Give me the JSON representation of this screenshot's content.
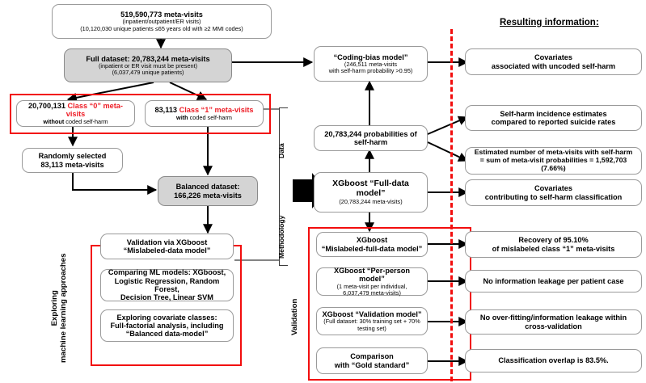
{
  "header": {
    "resulting_information_title": "Resulting information:"
  },
  "left_column": {
    "top_box": {
      "line1": "519,590,773 meta-visits",
      "line2": "(inpatient/outpatient/ER visits)",
      "line3": "(10,120,030 unique patients ≤65 years old with ≥2 MMI codes)"
    },
    "full_dataset_box": {
      "line1": "Full dataset:  20,783,244 meta-visits",
      "line2": "(inpatient or ER visit must be present)",
      "line3": "(6,037,479 unique patients)"
    },
    "class0_box": {
      "count": "20,700,131",
      "class_label": "Class “0” meta-visits",
      "sub_bold": "without",
      "sub_rest": " coded self-harm"
    },
    "class1_box": {
      "count": "83,113",
      "class_label": "Class “1” meta-visits",
      "sub_bold": "with",
      "sub_rest": " coded self-harm"
    },
    "random_box": {
      "line1": "Randomly selected",
      "line2": "83,113 meta-visits"
    },
    "balanced_box": {
      "line1": "Balanced dataset:",
      "line2": "166,226 meta-visits"
    },
    "ml_group_label": {
      "line1": "Exploring",
      "line2": "machine learning approaches"
    },
    "ml_boxes": [
      {
        "line1": "Validation via XGboost",
        "line2": "“Mislabeled-data model”"
      },
      {
        "line1": "Comparing ML models: XGboost,",
        "line2": "Logistic Regression, Random Forest,",
        "line3": "Decision Tree, Linear SVM"
      },
      {
        "line1": "Exploring covariate classes:",
        "line2": "Full-factorial analysis, including",
        "line3": "“Balanced data-model”"
      }
    ]
  },
  "middle_column": {
    "bracket_labels": {
      "data": "Data",
      "methodology": "Methodology",
      "validation": "Validation"
    },
    "coding_bias_box": {
      "line1": "“Coding-bias model”",
      "line2": "(246,511 meta-visits",
      "line3": "with self-harm probability >0.95)"
    },
    "probabilities_box": {
      "line1": "20,783,244 probabilities of",
      "line2": "self-harm"
    },
    "full_data_model_box": {
      "line1": "XGboost “Full-data",
      "line2": "model”",
      "line3": "(20,783,244 meta-visits)"
    },
    "validation_boxes": [
      {
        "line1": "XGboost",
        "line2": "“Mislabeled-full-data model”"
      },
      {
        "line1": "XGboost “Per-person model”",
        "line2": "(1 meta-visit per individual,",
        "line3": "6,037,479 meta-visits)"
      },
      {
        "line1": "XGboost “Validation model”",
        "line2": "(Full dataset: 30% training set + 70%",
        "line3": "testing set)"
      },
      {
        "line1": "Comparison",
        "line2": "with “Gold standard”"
      }
    ]
  },
  "right_column": {
    "results": [
      {
        "line1": "Covariates",
        "line2": "associated with uncoded self-harm"
      },
      {
        "line1": "Self-harm incidence estimates",
        "line2": "compared to reported suicide rates"
      },
      {
        "line1": "Estimated number of meta-visits with self-harm",
        "line2": "= sum of meta-visit probabilities = 1,592,703 (7.66%)"
      },
      {
        "line1": "Covariates",
        "line2": "contributing to self-harm classification"
      },
      {
        "line1": "Recovery of 95.10%",
        "line2": "of mislabeled class “1” meta-visits"
      },
      {
        "line1": "No information leakage per patient case",
        "line2": ""
      },
      {
        "line1": "No over-fitting/information leakage within",
        "line2": "cross-validation"
      },
      {
        "line1": "Classification overlap is 83.5%.",
        "line2": ""
      }
    ]
  },
  "colors": {
    "red_accent": "#f20d0d",
    "class_red": "#ee1c25",
    "gray_fill": "#d4d4d4",
    "box_border": "#9a9a9a"
  }
}
